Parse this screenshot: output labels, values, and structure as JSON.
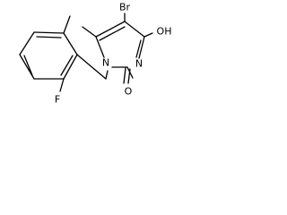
{
  "molecule": {
    "atoms": {
      "bromine": "Br",
      "hydroxyl": "OH",
      "nitrogen_1": "N",
      "nitrogen_3": "N",
      "carbonyl_oxygen": "O",
      "fluorine": "F"
    }
  }
}
